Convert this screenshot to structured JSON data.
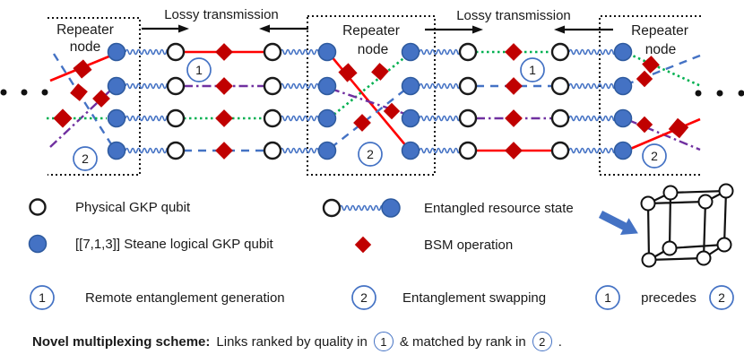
{
  "palette": {
    "blue": "#4472C4",
    "blue_dark": "#2E5A9E",
    "red": "#FF0000",
    "dark_red": "#C00000",
    "green": "#00B050",
    "purple": "#7030A0"
  },
  "diagram": {
    "lossy_label": "Lossy transmission",
    "repeater_line1": "Repeater",
    "repeater_line2": "node",
    "step1": "1",
    "step2": "2"
  },
  "legend": {
    "physical_qubit": "Physical GKP qubit",
    "logical_qubit": "[[7,1,3]] Steane logical GKP qubit",
    "entangled_state": "Entangled resource state",
    "bsm_operation": "BSM operation",
    "step1": "1",
    "step2": "2",
    "step1_label": "Remote entanglement generation",
    "step2_label": "Entanglement swapping",
    "precedes": "precedes"
  },
  "footer": {
    "lead": "Novel multiplexing scheme:",
    "mid1": "Links ranked by quality  in",
    "step1": "1",
    "mid2": "& matched by rank in",
    "step2": "2",
    "end": "."
  }
}
